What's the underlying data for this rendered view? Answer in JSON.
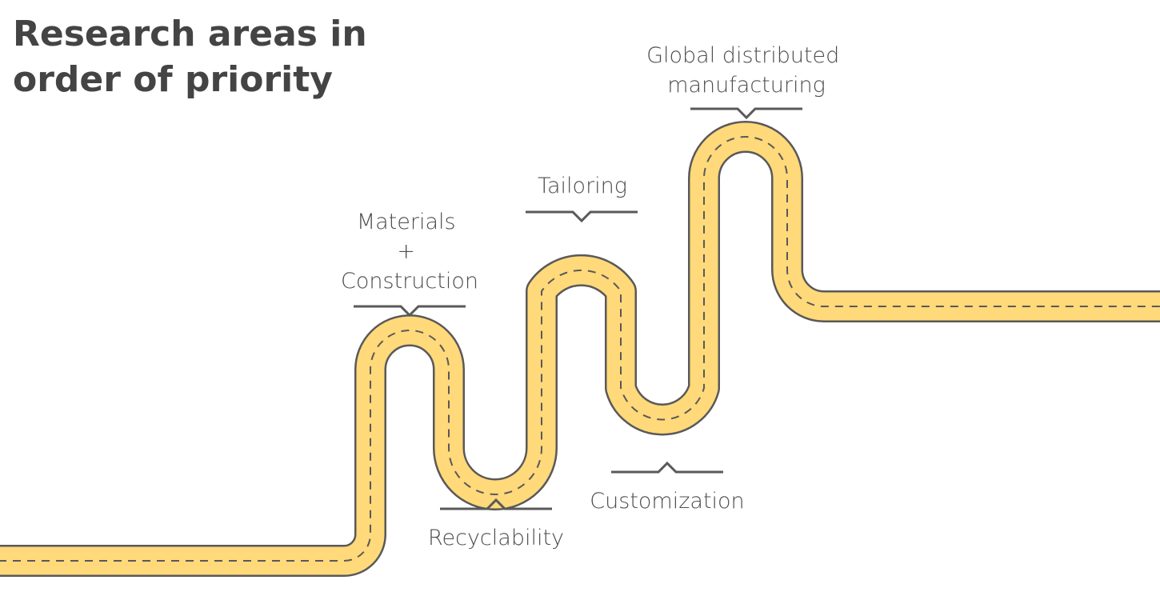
{
  "title": {
    "line1": "Research areas in",
    "line2": "order of priority"
  },
  "labels": {
    "materials": [
      "Materials",
      "+",
      "Construction"
    ],
    "recyclability": [
      "Recyclability"
    ],
    "tailoring": [
      "Tailoring"
    ],
    "customization": [
      "Customization"
    ],
    "global": [
      "Global distributed",
      "manufacturing"
    ]
  },
  "colors": {
    "road": "#ffd97a",
    "outline": "#595959",
    "dash": "#595959",
    "text": "#4d4d4d",
    "title": "#444444"
  }
}
